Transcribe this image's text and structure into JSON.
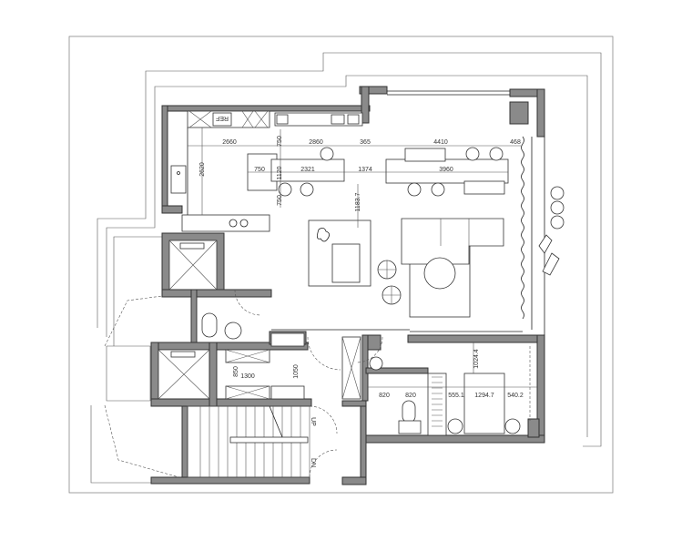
{
  "plan": {
    "fixture_labels": {
      "refrigerator": "REF"
    },
    "stair_labels": {
      "up": "UP",
      "down": "DN"
    },
    "kitchen_dimensions": {
      "d2660": "2660",
      "d750a": "750",
      "d2860": "2860",
      "d365": "365",
      "d4410": "4410",
      "d468": "468",
      "d750b": "750",
      "d1120": "1120",
      "d2321": "2321",
      "d1374": "1374",
      "d3960": "3960",
      "d750c": "750",
      "d2620": "2620",
      "d1183": "1183.7"
    },
    "core_dimensions": {
      "d850": "850",
      "d1300": "1300",
      "d1050": "1050"
    },
    "bedroom_dimensions": {
      "d1024": "1024.4",
      "d820a": "820",
      "d820b": "820",
      "d555": "555.1",
      "d1294": "1294.7",
      "d540": "540.2"
    },
    "colors": {
      "wall": "#8a8a8a",
      "line": "#222222"
    }
  }
}
